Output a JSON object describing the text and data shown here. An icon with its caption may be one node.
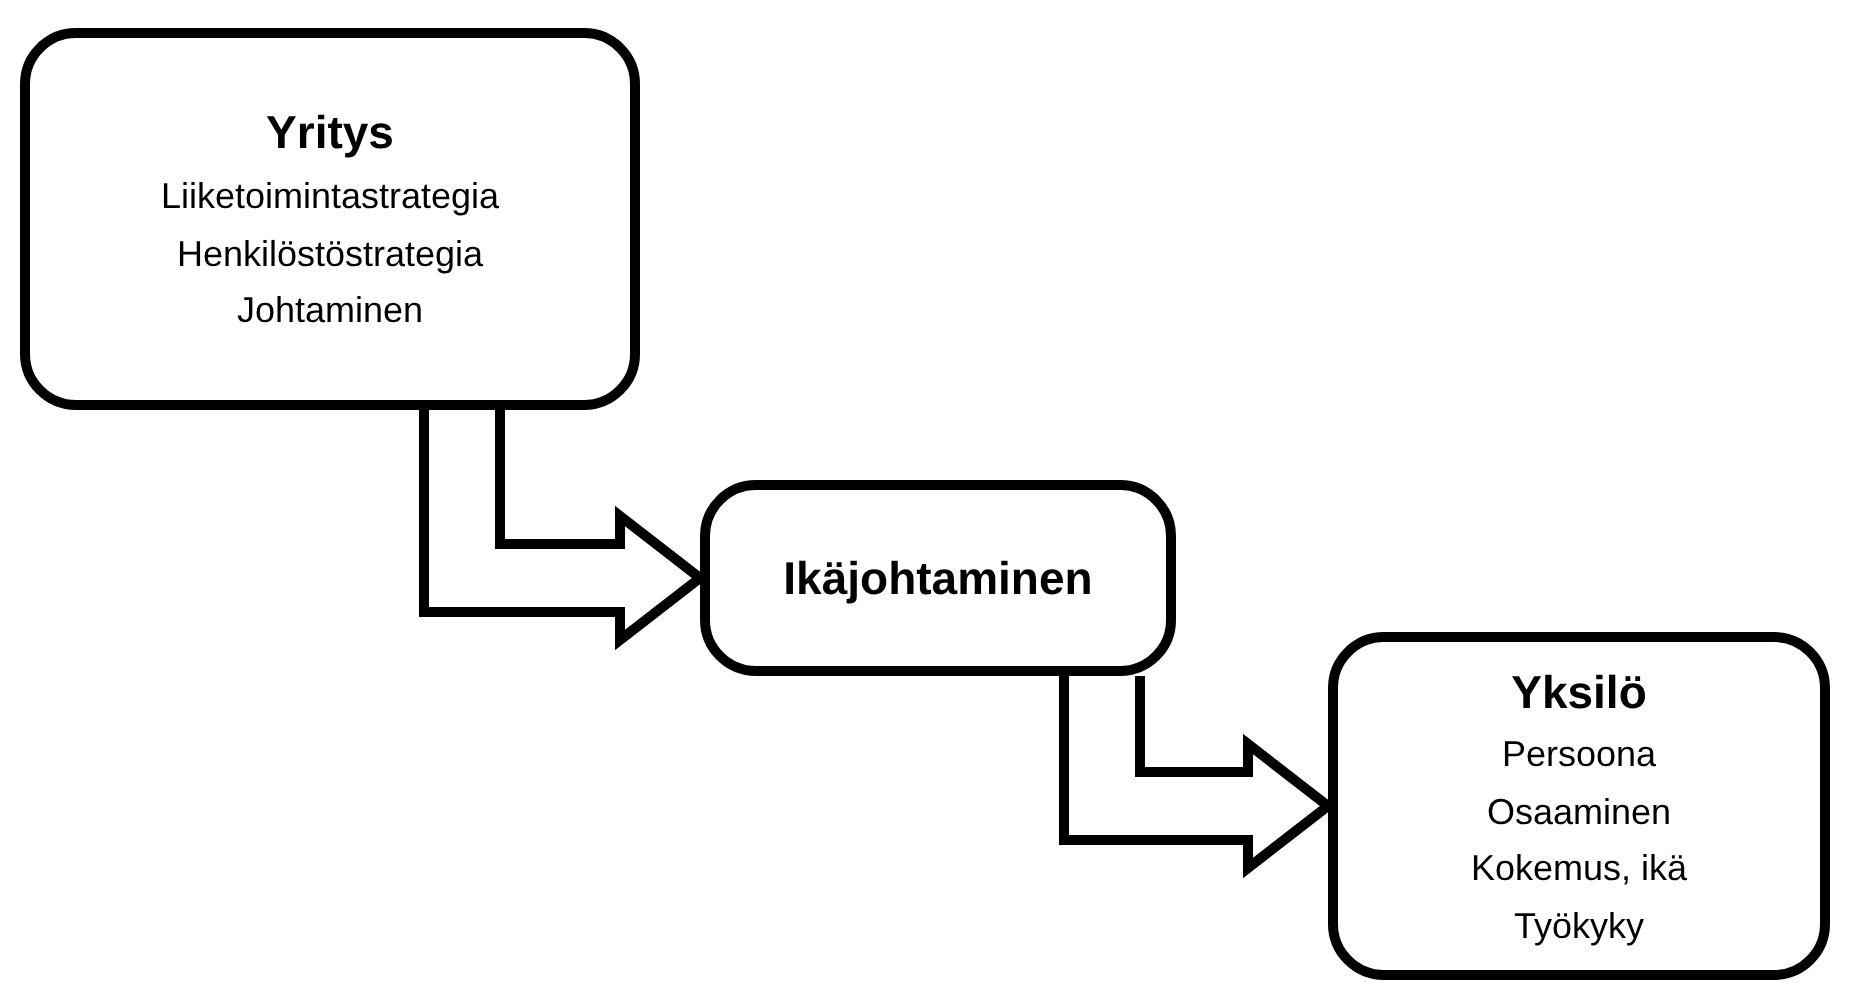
{
  "diagram": {
    "nodes": [
      {
        "text": [
          "Yritys",
          "Liiketoimintastrategia",
          "Henkilöstöstrategia",
          "Johtaminen"
        ]
      },
      {
        "text": [
          "Ikäjohtaminen"
        ]
      },
      {
        "text": [
          "Yksilö",
          "Persoona",
          "Osaaminen",
          "Kokemus, ikä",
          "Työkyky"
        ]
      }
    ],
    "edges": [
      {
        "from": 0,
        "to": 1,
        "arrow": "to"
      },
      {
        "from": 1,
        "to": 2,
        "arrow": "to"
      }
    ]
  }
}
